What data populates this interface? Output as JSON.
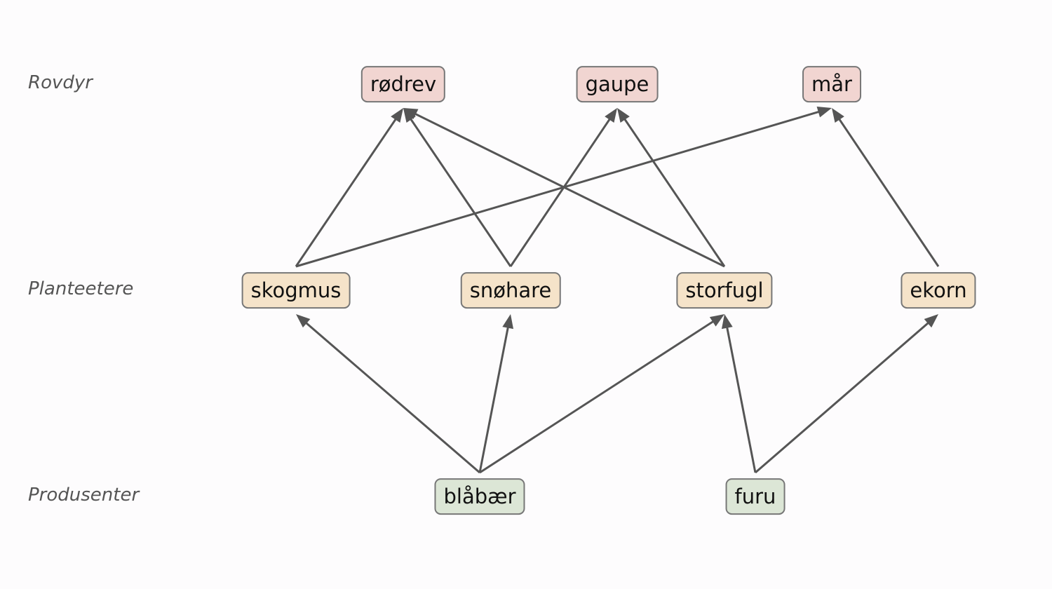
{
  "colors": {
    "background": "#fdfcfd",
    "predator_fill": "#f1d5d1",
    "herbivore_fill": "#f5e3c9",
    "producer_fill": "#dce6d6",
    "node_border": "#777777",
    "edge": "#555555",
    "label_text": "#555555"
  },
  "levels": [
    {
      "id": "rovdyr",
      "label": "Rovdyr"
    },
    {
      "id": "planteetere",
      "label": "Planteetere"
    },
    {
      "id": "produsenter",
      "label": "Produsenter"
    }
  ],
  "nodes": {
    "rodrev": {
      "label": "rødrev",
      "level": "rovdyr"
    },
    "gaupe": {
      "label": "gaupe",
      "level": "rovdyr"
    },
    "mar": {
      "label": "mår",
      "level": "rovdyr"
    },
    "skogmus": {
      "label": "skogmus",
      "level": "planteetere"
    },
    "snohare": {
      "label": "snøhare",
      "level": "planteetere"
    },
    "storfugl": {
      "label": "storfugl",
      "level": "planteetere"
    },
    "ekorn": {
      "label": "ekorn",
      "level": "planteetere"
    },
    "blabaer": {
      "label": "blåbær",
      "level": "produsenter"
    },
    "furu": {
      "label": "furu",
      "level": "produsenter"
    }
  },
  "edges": [
    {
      "from": "skogmus",
      "to": "rodrev"
    },
    {
      "from": "skogmus",
      "to": "mar"
    },
    {
      "from": "snohare",
      "to": "rodrev"
    },
    {
      "from": "snohare",
      "to": "gaupe"
    },
    {
      "from": "storfugl",
      "to": "rodrev"
    },
    {
      "from": "storfugl",
      "to": "gaupe"
    },
    {
      "from": "ekorn",
      "to": "mar"
    },
    {
      "from": "blabaer",
      "to": "skogmus"
    },
    {
      "from": "blabaer",
      "to": "snohare"
    },
    {
      "from": "blabaer",
      "to": "storfugl"
    },
    {
      "from": "furu",
      "to": "storfugl"
    },
    {
      "from": "furu",
      "to": "ekorn"
    }
  ]
}
